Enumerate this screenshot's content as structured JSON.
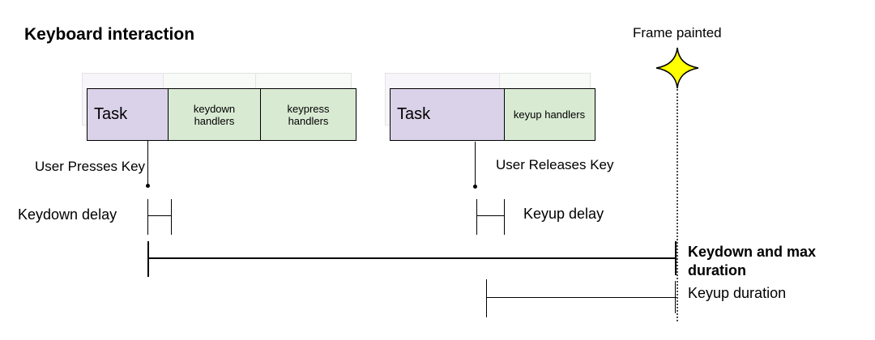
{
  "title": "Keyboard interaction",
  "frame_marker": {
    "label": "Frame painted",
    "icon": "sparkle-star"
  },
  "bars": [
    {
      "id": "keydown-sequence",
      "segments": [
        {
          "label": "Task"
        },
        {
          "label": "keydown handlers"
        },
        {
          "label": "keypress handlers"
        }
      ]
    },
    {
      "id": "keyup-sequence",
      "segments": [
        {
          "label": "Task"
        },
        {
          "label": "keyup handlers"
        }
      ]
    }
  ],
  "annotations": {
    "user_presses_key": "User Presses Key",
    "keydown_delay": "Keydown delay",
    "user_releases_key": "User Releases Key",
    "keyup_delay": "Keyup delay",
    "keydown_max_duration": "Keydown and max duration",
    "keyup_duration": "Keyup duration"
  },
  "colors": {
    "task_fill": "#d9d2e9",
    "handlers_fill": "#d9ead3",
    "star_fill": "#ffff00",
    "line_color": "#000000"
  }
}
